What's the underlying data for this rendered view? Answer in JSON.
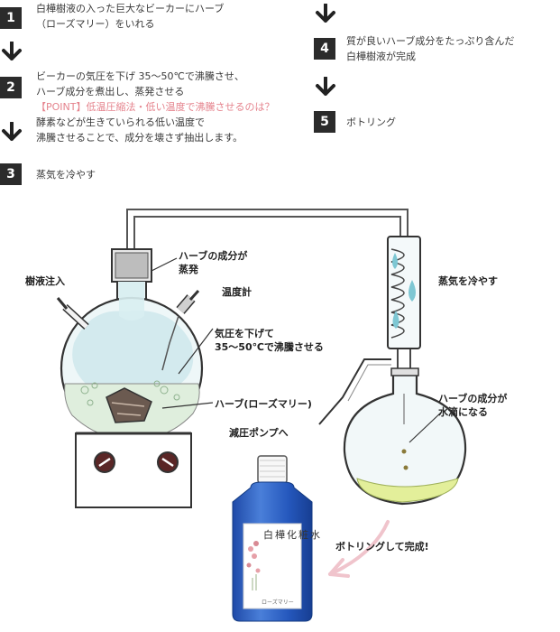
{
  "steps": [
    {
      "num": "1",
      "lines": [
        "白樺樹液の入った巨大なビーカーにハーブ",
        "（ローズマリー）をいれる"
      ]
    },
    {
      "num": "2",
      "lines": [
        "ビーカーの気圧を下げ 35～50℃で沸騰させ、",
        "ハーブ成分を煮出し、蒸発させる"
      ],
      "point": "【POINT】低温圧縮法・低い温度で沸騰させるのは？",
      "note": [
        "酵素などが生きていられる低い温度で",
        "沸騰させることで、成分を壊さず抽出します。"
      ]
    },
    {
      "num": "3",
      "lines": [
        "蒸気を冷やす"
      ]
    },
    {
      "num": "4",
      "lines": [
        "質が良いハーブ成分をたっぷり含んだ",
        "白樺樹液が完成"
      ]
    },
    {
      "num": "5",
      "lines": [
        "ボトリング"
      ]
    }
  ],
  "labels": {
    "sap_inlet": "樹液注入",
    "evaporate": [
      "ハーブの成分が",
      "蒸発"
    ],
    "thermometer": "温度計",
    "pressure": [
      "気圧を下げて",
      "35～50℃で沸騰させる"
    ],
    "herb": "ハーブ(ローズマリー)",
    "cooling": "蒸気を冷やす",
    "droplets": [
      "ハーブの成分が",
      "水滴になる"
    ],
    "pump": "減圧ポンプへ",
    "bottling": "ボトリングして完成!"
  },
  "bottle": {
    "title": "白樺化粧水",
    "subtitle": "ローズマリー"
  },
  "colors": {
    "step_box": "#2b2b2b",
    "point": "#e5838d",
    "water": "#7ec7d3",
    "steam": "#cfe8ec",
    "liquid": "#e3ef9a",
    "bottle_blue": "#2657b8",
    "pink_arrow": "#f0c4cc"
  }
}
